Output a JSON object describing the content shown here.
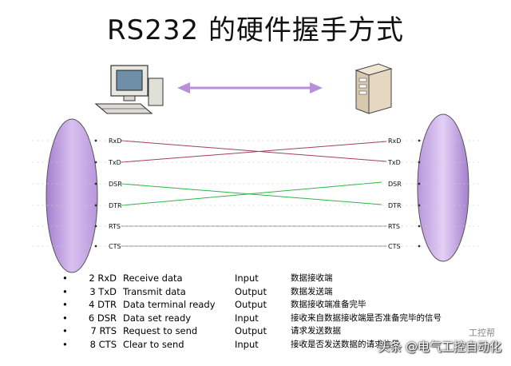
{
  "title": "RS232 的硬件握手方式",
  "signals_left": [
    "RxD",
    "TxD",
    "DSR",
    "DTR",
    "RTS",
    "CTS"
  ],
  "signals_right": [
    "RxD",
    "TxD",
    "DSR",
    "DTR",
    "RTS",
    "CTS"
  ],
  "colors": {
    "line_rx_tx": "#a0405a",
    "line_dsr_dtr": "#2fb44a",
    "line_rts_cts": "#8a8a8a",
    "connector_fill": "#c9a6e8",
    "arrow": "#b98fd9"
  },
  "table": [
    {
      "pin": "2 RxD",
      "desc": "Receive data",
      "dir": "Input",
      "cn": "数据接收端"
    },
    {
      "pin": "3 TxD",
      "desc": "Transmit data",
      "dir": "Output",
      "cn": "数据发送端"
    },
    {
      "pin": "4 DTR",
      "desc": "Data terminal ready",
      "dir": "Output",
      "cn": "数据接收端准备完毕"
    },
    {
      "pin": "6 DSR",
      "desc": "Data set ready",
      "dir": "Input",
      "cn": "接收来自数据接收端是否准备完毕的信号"
    },
    {
      "pin": "7 RTS",
      "desc": "Request to send",
      "dir": "Output",
      "cn": "请求发送数据"
    },
    {
      "pin": "8 CTS",
      "desc": "Clear to send",
      "dir": "Input",
      "cn": "接收是否发送数据的请求信号"
    }
  ],
  "bullet": "•",
  "watermark": "头条 @电气工控自动化",
  "watermark_small": "工控帮"
}
